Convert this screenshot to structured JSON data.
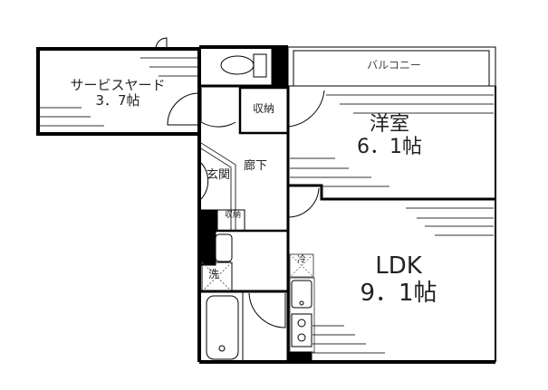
{
  "floor_plan": {
    "rooms": [
      {
        "id": "service-yard",
        "name": "サービスヤード",
        "size": "3．7帖"
      },
      {
        "id": "western-room",
        "name": "洋室",
        "size": "6．1帖"
      },
      {
        "id": "ldk",
        "name": "LDK",
        "size": "9．1帖"
      },
      {
        "id": "balcony",
        "name": "バルコニー"
      },
      {
        "id": "hallway",
        "name": "廊下"
      },
      {
        "id": "entrance",
        "name": "玄関"
      },
      {
        "id": "storage-1",
        "name": "収納"
      },
      {
        "id": "storage-2",
        "name": "収納"
      },
      {
        "id": "washer",
        "name": "洗"
      },
      {
        "id": "fridge",
        "name": "冷"
      }
    ],
    "fixtures": [
      "toilet",
      "washbasin",
      "bathtub",
      "kitchen-sink",
      "gas-stove",
      "washing-machine-space",
      "refrigerator-space"
    ],
    "colors": {
      "wall": "#000000",
      "line": "#333333",
      "background": "#ffffff"
    }
  }
}
